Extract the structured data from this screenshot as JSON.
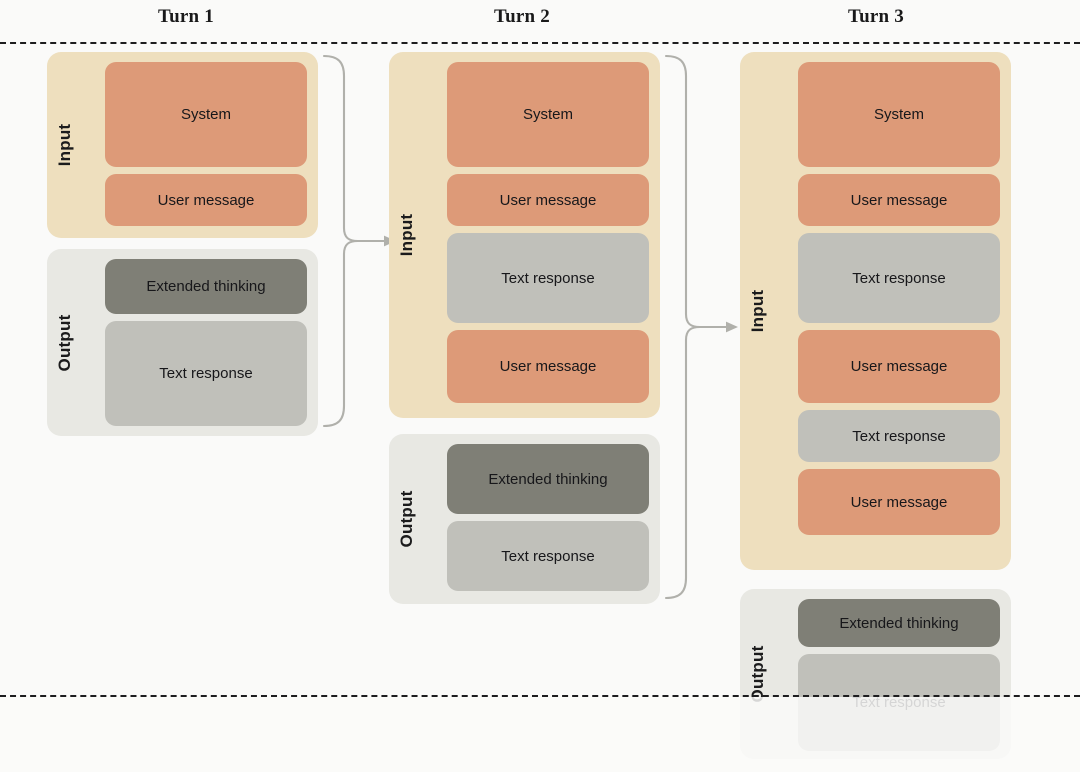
{
  "diagram": {
    "title_font_color": "#19191a",
    "background": "#fafaf9",
    "palette": {
      "input_container": "#eedfbe",
      "output_container": "#e8e8e3",
      "system_and_user": "#dd9a78",
      "text_response": "#c0c0ba",
      "extended_thinking": "#7f7f76",
      "connector": "#b0b0ab",
      "dashed_rule": "#1d1d1f"
    },
    "labels": {
      "input": "Input",
      "output": "Output"
    },
    "block_labels": {
      "system": "System",
      "user_message": "User message",
      "text_response": "Text response",
      "extended_thinking": "Extended thinking"
    },
    "turns": [
      {
        "title": "Turn 1",
        "input": {
          "label": "Input",
          "blocks": [
            {
              "text": "System",
              "kind": "orange"
            },
            {
              "text": "User message",
              "kind": "orange"
            }
          ]
        },
        "output": {
          "label": "Output",
          "blocks": [
            {
              "text": "Extended thinking",
              "kind": "darkgray"
            },
            {
              "text": "Text response",
              "kind": "gray"
            }
          ]
        }
      },
      {
        "title": "Turn 2",
        "input": {
          "label": "Input",
          "blocks": [
            {
              "text": "System",
              "kind": "orange"
            },
            {
              "text": "User message",
              "kind": "orange"
            },
            {
              "text": "Text response",
              "kind": "gray"
            },
            {
              "text": "User message",
              "kind": "orange"
            }
          ]
        },
        "output": {
          "label": "Output",
          "blocks": [
            {
              "text": "Extended thinking",
              "kind": "darkgray"
            },
            {
              "text": "Text response",
              "kind": "gray"
            }
          ]
        }
      },
      {
        "title": "Turn 3",
        "input": {
          "label": "Input",
          "blocks": [
            {
              "text": "System",
              "kind": "orange"
            },
            {
              "text": "User message",
              "kind": "orange"
            },
            {
              "text": "Text response",
              "kind": "gray"
            },
            {
              "text": "User message",
              "kind": "orange"
            },
            {
              "text": "Text response",
              "kind": "gray"
            },
            {
              "text": "User message",
              "kind": "orange"
            }
          ]
        },
        "output": {
          "label": "Output",
          "blocks": [
            {
              "text": "Extended thinking",
              "kind": "darkgray"
            },
            {
              "text": "Text response",
              "kind": "gray"
            }
          ]
        }
      }
    ]
  }
}
